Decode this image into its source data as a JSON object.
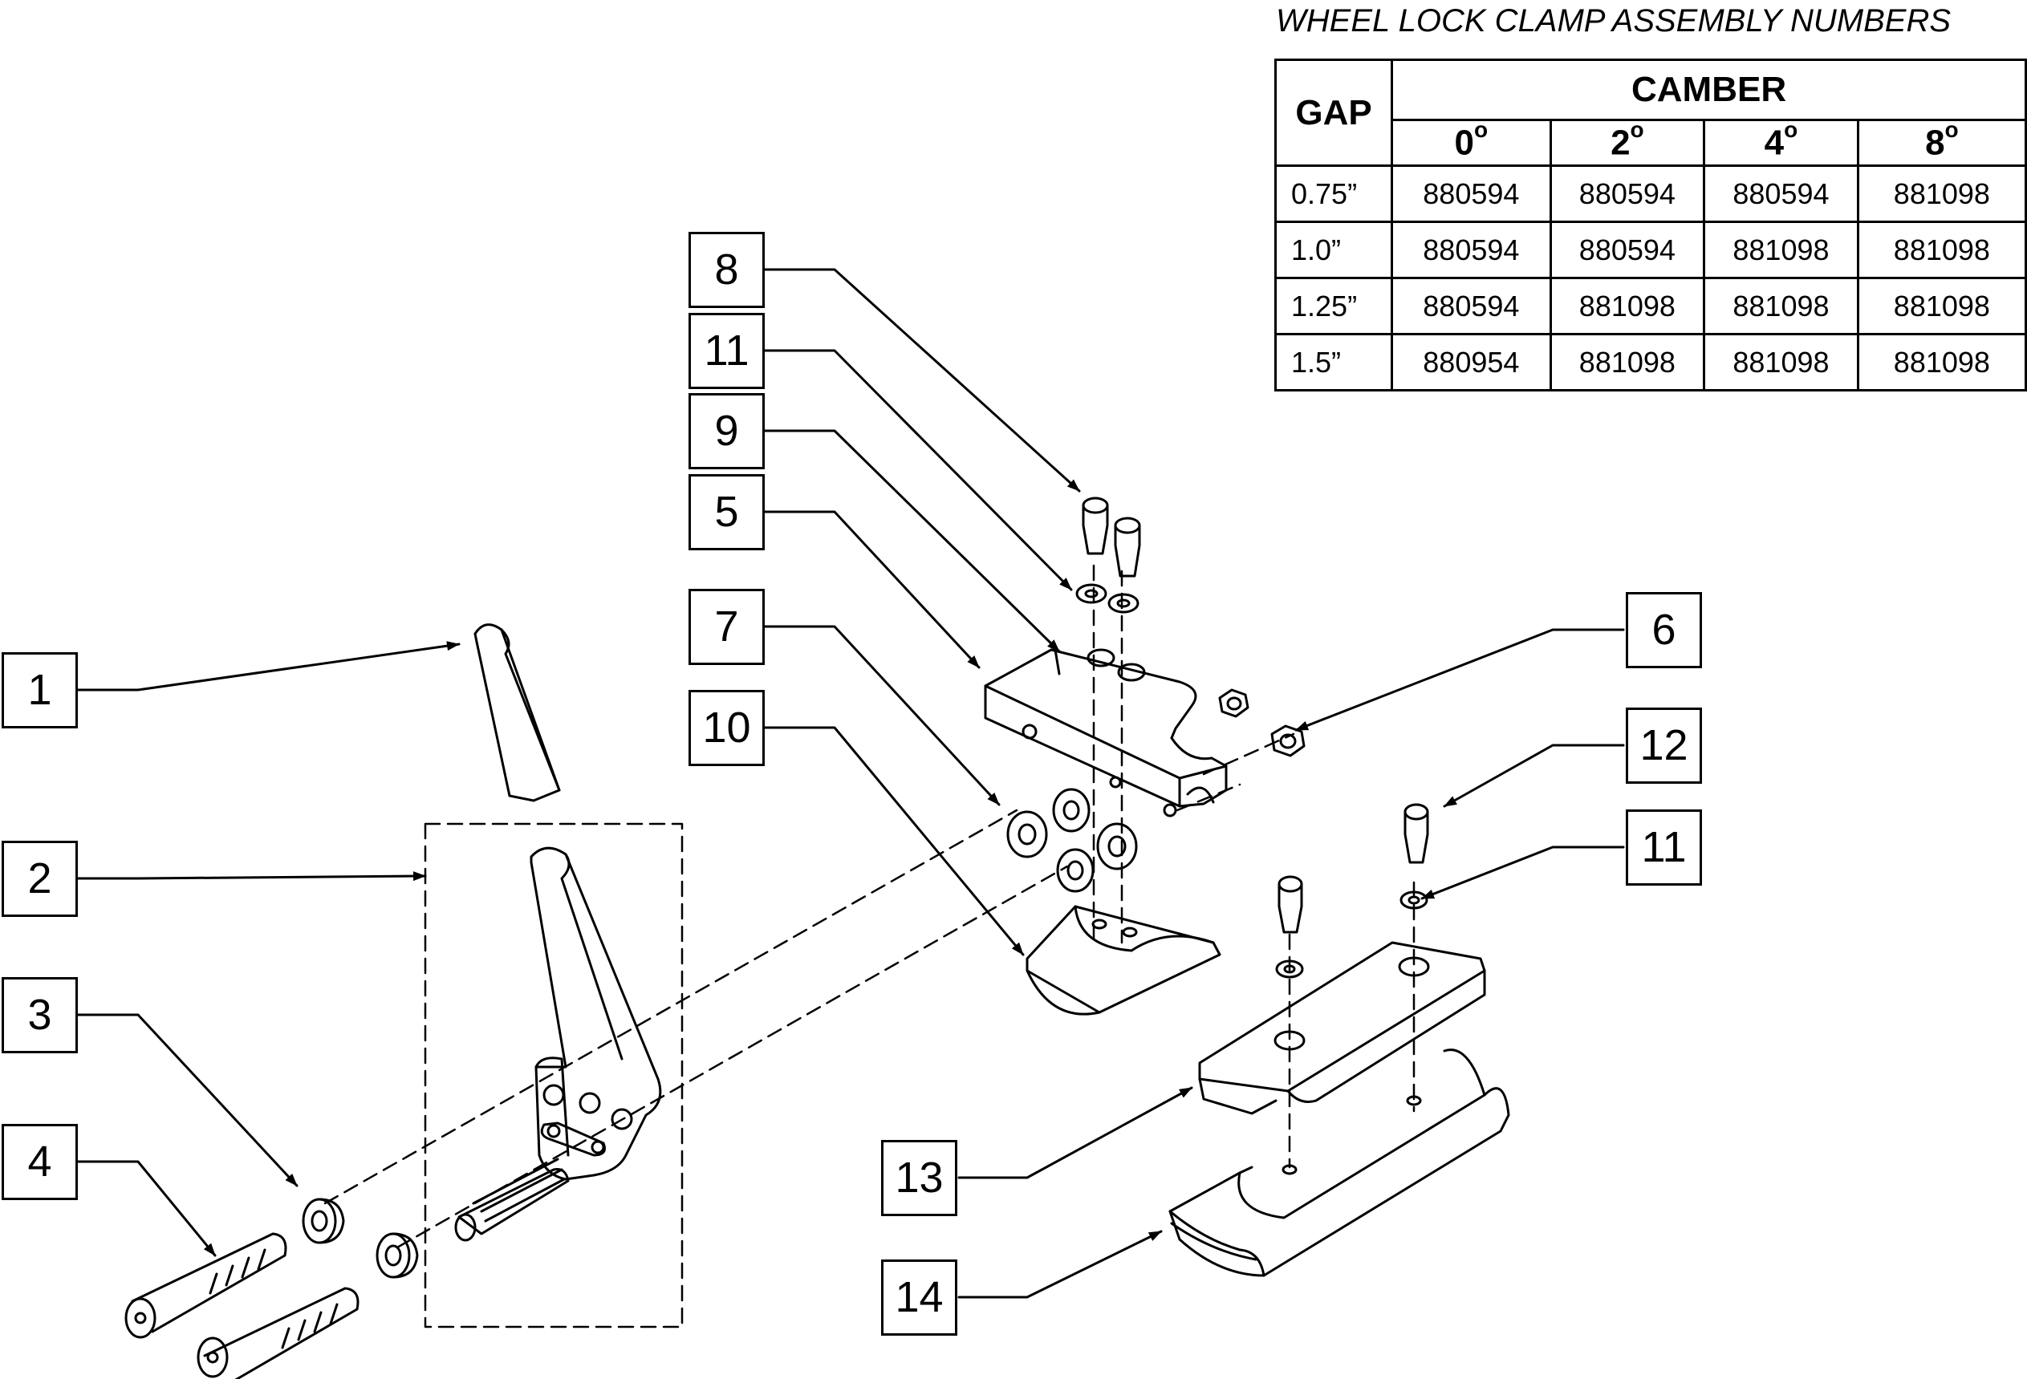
{
  "table": {
    "title": "WHEEL LOCK CLAMP ASSEMBLY NUMBERS",
    "gap_header": "GAP",
    "camber_header": "CAMBER",
    "camber_columns": [
      "0",
      "2",
      "4",
      "8"
    ],
    "degree_mark": "o",
    "rows": [
      {
        "gap": "0.75”",
        "values": [
          "880594",
          "880594",
          "880594",
          "881098"
        ]
      },
      {
        "gap": "1.0”",
        "values": [
          "880594",
          "880594",
          "881098",
          "881098"
        ]
      },
      {
        "gap": "1.25”",
        "values": [
          "880594",
          "881098",
          "881098",
          "881098"
        ]
      },
      {
        "gap": "1.5”",
        "values": [
          "880954",
          "881098",
          "881098",
          "881098"
        ]
      }
    ]
  },
  "callouts": {
    "c1": "1",
    "c2": "2",
    "c3": "3",
    "c4": "4",
    "c5": "5",
    "c6": "6",
    "c7": "7",
    "c8": "8",
    "c9": "9",
    "c10": "10",
    "c11a": "11",
    "c11b": "11",
    "c12": "12",
    "c13": "13",
    "c14": "14"
  },
  "colors": {
    "line": "#000000",
    "background": "#ffffff"
  }
}
